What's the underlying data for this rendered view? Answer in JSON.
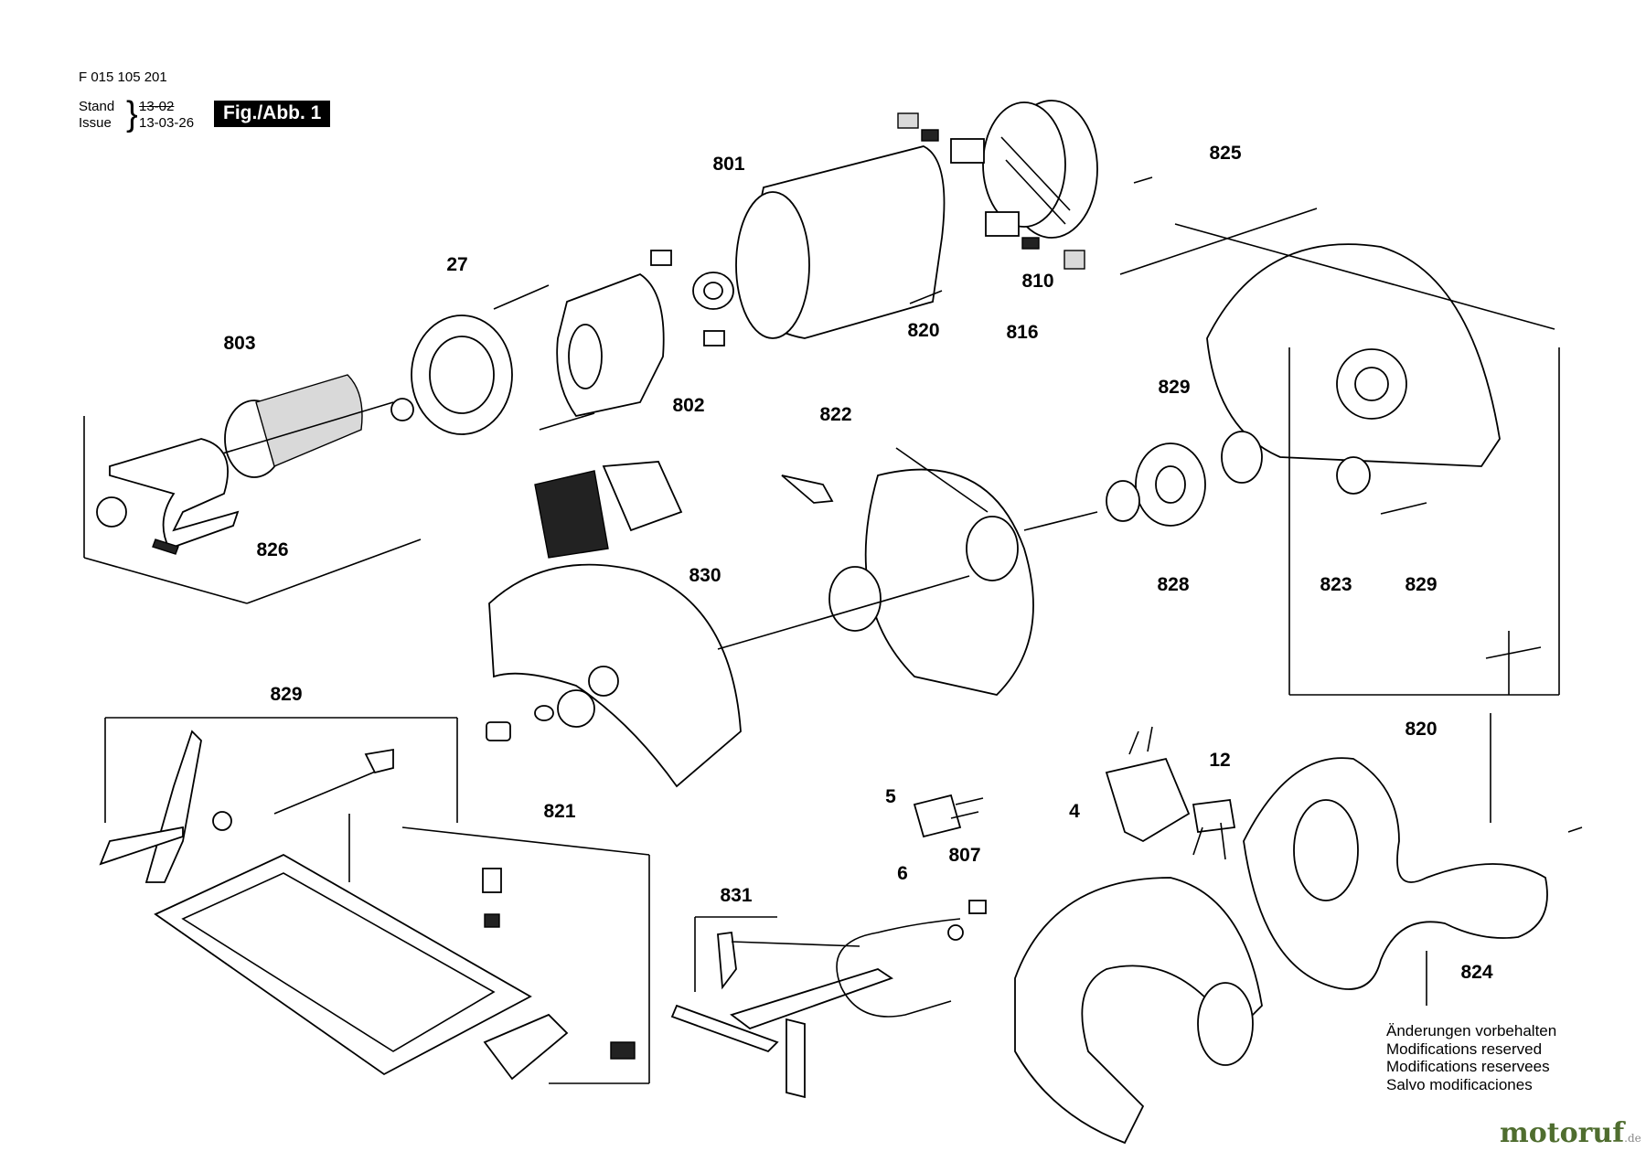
{
  "header": {
    "doc_number": "F 015 105 201",
    "stand_label": "Stand",
    "issue_label": "Issue",
    "stand_old_date": "13-02",
    "issue_date": "13-03-26",
    "figure_label": "Fig./Abb. 1"
  },
  "part_labels": {
    "p801": "801",
    "p825": "825",
    "p27": "27",
    "p810": "810",
    "p803": "803",
    "p820_top": "820",
    "p816": "816",
    "p802": "802",
    "p829_right": "829",
    "p822": "822",
    "p826": "826",
    "p830": "830",
    "p828": "828",
    "p823": "823",
    "p829_right_b": "829",
    "p829_left": "829",
    "p820_mid": "820",
    "p12": "12",
    "p5": "5",
    "p4": "4",
    "p821": "821",
    "p6": "6",
    "p807": "807",
    "p831": "831",
    "p824": "824"
  },
  "notes": [
    "Änderungen vorbehalten",
    "Modifications reserved",
    "Modifications reservees",
    "Salvo modificaciones"
  ],
  "watermark": {
    "brand": "motoruf",
    "tld": ".de"
  }
}
